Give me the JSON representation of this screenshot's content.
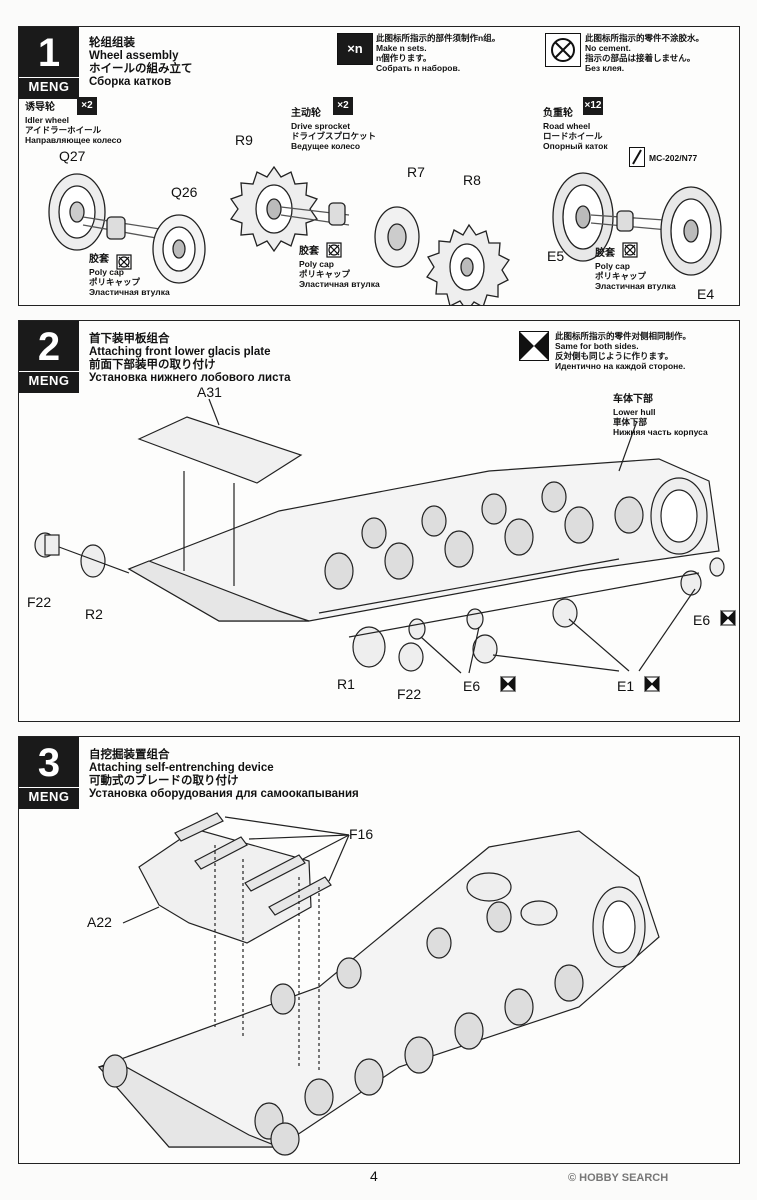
{
  "step1": {
    "number": "1",
    "brand": "MENG",
    "title_cn": "轮组组装",
    "title_en": "Wheel assembly",
    "title_jp": "ホイールの組み立て",
    "title_ru": "Сборка катков",
    "n_sets": {
      "icon": "×n",
      "cn": "此图标所指示的部件须制作n组。",
      "en": "Make n sets.",
      "jp": "n個作ります。",
      "ru": "Собрать n наборов."
    },
    "no_cement": {
      "cn": "此图标所指示的零件不涂胶水。",
      "en": "No cement.",
      "jp": "指示の部品は接着しません。",
      "ru": "Без клея."
    },
    "idler": {
      "cn": "诱导轮",
      "en": "Idler wheel",
      "jp": "アイドラーホイール",
      "ru": "Направляющее колесо",
      "qty": "×2"
    },
    "sprocket": {
      "cn": "主动轮",
      "en": "Drive sprocket",
      "jp": "ドライブスプロケット",
      "ru": "Ведущее колесо",
      "qty": "×2"
    },
    "road": {
      "cn": "负重轮",
      "en": "Road wheel",
      "jp": "ロードホイール",
      "ru": "Опорный каток",
      "qty": "×12"
    },
    "polycap": {
      "cn": "胶套",
      "en": "Poly cap",
      "jp": "ポリキャップ",
      "ru": "Эластичная втулка"
    },
    "paint": "MC-202/N77",
    "parts": [
      "Q27",
      "Q26",
      "R9",
      "R7",
      "R8",
      "E5",
      "E4"
    ]
  },
  "step2": {
    "number": "2",
    "brand": "MENG",
    "title_cn": "首下装甲板组合",
    "title_en": "Attaching front lower glacis plate",
    "title_jp": "前面下部装甲の取り付け",
    "title_ru": "Установка нижнего лобового листа",
    "both_sides": {
      "cn": "此图标所指示的零件对侧相同制作。",
      "en": "Same for both sides.",
      "jp": "反対側も同じように作ります。",
      "ru": "Идентично на каждой стороне."
    },
    "lower_hull": {
      "cn": "车体下部",
      "en": "Lower hull",
      "jp": "車体下部",
      "ru": "Нижняя часть корпуса"
    },
    "parts": [
      "A31",
      "F22",
      "R2",
      "R1",
      "F22",
      "E6",
      "E6",
      "E1"
    ]
  },
  "step3": {
    "number": "3",
    "brand": "MENG",
    "title_cn": "自挖掘装置组合",
    "title_en": "Attaching self-entrenching device",
    "title_jp": "可動式のブレードの取り付け",
    "title_ru": "Установка оборудования для самоокапывания",
    "parts": [
      "F16",
      "A22"
    ]
  },
  "page_number": "4",
  "watermark": "© HOBBY SEARCH"
}
